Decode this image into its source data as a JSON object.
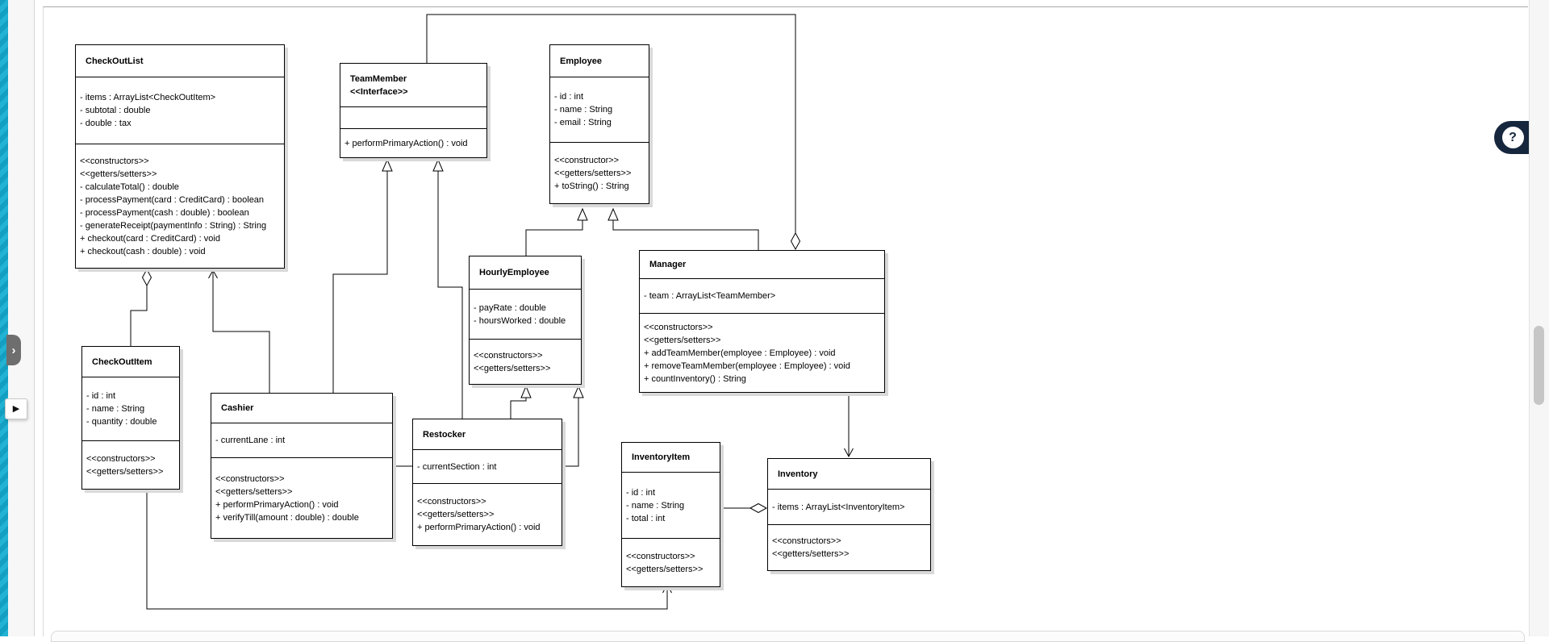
{
  "chrome": {
    "panel_toggle_glyph": "›",
    "run_button_glyph": "▶",
    "help_button_glyph": "?"
  },
  "colors": {
    "accent_teal": "#18a7c9",
    "help_navy": "#15263d",
    "box_shadow_gray": "#d9d9d9",
    "line_black": "#000000"
  },
  "diagram": {
    "classes": [
      {
        "id": "checkoutlist",
        "title_lines": [
          "CheckOutList"
        ],
        "attributes": [
          "- items : ArrayList<CheckOutItem>",
          "- subtotal : double",
          "- double : tax"
        ],
        "methods": [
          "<<constructors>>",
          "<<getters/setters>>",
          "- calculateTotal() : double",
          "- processPayment(card : CreditCard) : boolean",
          "- processPayment(cash : double) : boolean",
          "- generateReceipt(paymentInfo : String) : String",
          "+ checkout(card : CreditCard) : void",
          "+ checkout(cash : double) : void"
        ]
      },
      {
        "id": "teammember",
        "title_lines": [
          "TeamMember",
          "<<Interface>>"
        ],
        "attributes": [],
        "methods": [
          "+ performPrimaryAction() : void"
        ]
      },
      {
        "id": "employee",
        "title_lines": [
          "Employee"
        ],
        "attributes": [
          "- id : int",
          "- name : String",
          "- email : String"
        ],
        "methods": [
          "<<constructor>>",
          "<<getters/setters>>",
          "+ toString() : String"
        ]
      },
      {
        "id": "hourlyemployee",
        "title_lines": [
          "HourlyEmployee"
        ],
        "attributes": [
          "- payRate : double",
          "- hoursWorked : double"
        ],
        "methods": [
          "<<constructors>>",
          "<<getters/setters>>"
        ]
      },
      {
        "id": "manager",
        "title_lines": [
          "Manager"
        ],
        "attributes": [
          "- team : ArrayList<TeamMember>"
        ],
        "methods": [
          "<<constructors>>",
          "<<getters/setters>>",
          "+ addTeamMember(employee : Employee) : void",
          "+ removeTeamMember(employee : Employee) : void",
          "+ countInventory() : String"
        ]
      },
      {
        "id": "checkoutitem",
        "title_lines": [
          "CheckOutItem"
        ],
        "attributes": [
          "- id : int",
          "- name : String",
          "- quantity : double"
        ],
        "methods": [
          "<<constructors>>",
          "<<getters/setters>>"
        ]
      },
      {
        "id": "cashier",
        "title_lines": [
          "Cashier"
        ],
        "attributes": [
          "- currentLane : int"
        ],
        "methods": [
          "<<constructors>>",
          "<<getters/setters>>",
          "+ performPrimaryAction() : void",
          "+ verifyTill(amount : double) : double"
        ]
      },
      {
        "id": "restocker",
        "title_lines": [
          "Restocker"
        ],
        "attributes": [
          "- currentSection : int"
        ],
        "methods": [
          "<<constructors>>",
          "<<getters/setters>>",
          "+ performPrimaryAction() : void"
        ]
      },
      {
        "id": "inventoryitem",
        "title_lines": [
          "InventoryItem"
        ],
        "attributes": [
          "- id : int",
          "- name : String",
          "- total : int"
        ],
        "methods": [
          "<<constructors>>",
          "<<getters/setters>>"
        ]
      },
      {
        "id": "inventory",
        "title_lines": [
          "Inventory"
        ],
        "attributes": [
          "- items : ArrayList<InventoryItem>"
        ],
        "methods": [
          "<<constructors>>",
          "<<getters/setters>>"
        ]
      }
    ]
  }
}
